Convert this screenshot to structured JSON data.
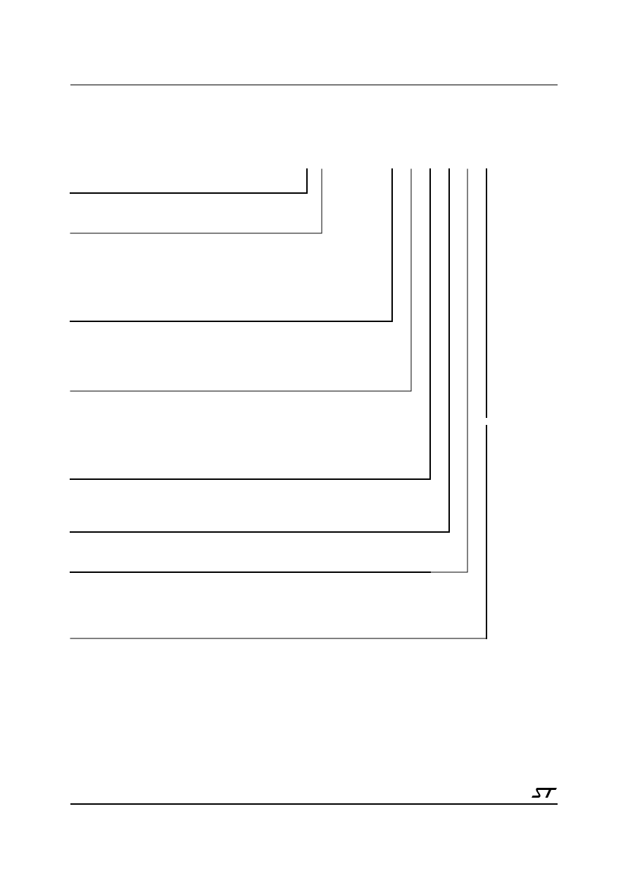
{
  "document": {
    "type": "ordering-information-scheme",
    "header_rule": "top-horizontal-rule",
    "footer_rule": "bottom-horizontal-rule"
  },
  "logo": {
    "name": "st-logo",
    "text": "ST",
    "color": "#000000"
  },
  "diagram": {
    "field_count": 9,
    "connector_color": "#000000"
  }
}
